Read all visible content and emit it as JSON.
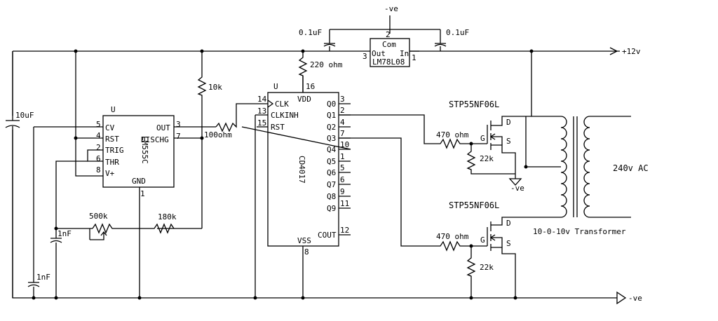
{
  "rails": {
    "neg_top": "-ve",
    "pos12": "+12v",
    "neg_bottom": "-ve",
    "neg_mosfet": "-ve"
  },
  "regulator": {
    "name": "LM78L08",
    "com": "Com",
    "out": "Out",
    "in": "In",
    "pin_com": "2",
    "pin_out": "3",
    "pin_in": "1",
    "cap_left": "0.1uF",
    "cap_right": "0.1uF",
    "res_feed": "220 ohm"
  },
  "timer": {
    "ref": "U",
    "name": "LM555C",
    "pins": [
      {
        "num": "5",
        "label": "CV"
      },
      {
        "num": "4",
        "label": "RST"
      },
      {
        "num": "2",
        "label": "TRIG"
      },
      {
        "num": "6",
        "label": "THR"
      },
      {
        "num": "8",
        "label": "V+"
      }
    ],
    "out_label": "OUT",
    "out_pin": "3",
    "disch_label": "DISCHG",
    "disch_pin": "7",
    "gnd_label": "GND",
    "gnd_pin": "1"
  },
  "counter": {
    "ref": "U",
    "name": "CD4017",
    "vdd": "VDD",
    "vdd_pin": "16",
    "vss": "VSS",
    "vss_pin": "8",
    "left": [
      {
        "num": "14",
        "label": "CLK"
      },
      {
        "num": "13",
        "label": "CLKINH"
      },
      {
        "num": "15",
        "label": "RST"
      }
    ],
    "right": [
      {
        "label": "Q0",
        "num": "3"
      },
      {
        "label": "Q1",
        "num": "2"
      },
      {
        "label": "Q2",
        "num": "4"
      },
      {
        "label": "Q3",
        "num": "7"
      },
      {
        "label": "Q4",
        "num": "10"
      },
      {
        "label": "Q5",
        "num": "1"
      },
      {
        "label": "Q6",
        "num": "5"
      },
      {
        "label": "Q7",
        "num": "6"
      },
      {
        "label": "Q8",
        "num": "9"
      },
      {
        "label": "Q9",
        "num": "11"
      },
      {
        "label": "COUT",
        "num": "12"
      }
    ]
  },
  "components": {
    "cap_10uf": "10uF",
    "res_10k": "10k",
    "res_100ohm": "100ohm",
    "pot_500k": "500k",
    "res_180k": "180k",
    "cap_1nf_a": "1nF",
    "cap_1nf_b": "1nF"
  },
  "mosfets": [
    {
      "name": "STP55NF06L",
      "gate_res": "470 ohm",
      "pull_res": "22k",
      "g": "G",
      "d": "D",
      "s": "S"
    },
    {
      "name": "STP55NF06L",
      "gate_res": "470 ohm",
      "pull_res": "22k",
      "g": "G",
      "d": "D",
      "s": "S"
    }
  ],
  "transformer": {
    "label": "10-0-10v Transformer",
    "output": "240v AC"
  }
}
